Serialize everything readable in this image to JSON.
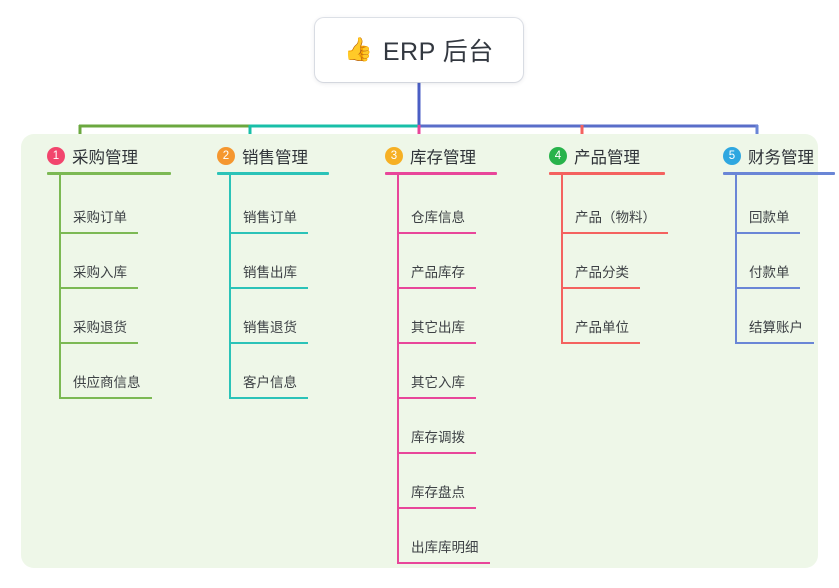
{
  "title": {
    "icon": "thumbs-up-icon",
    "icon_glyph": "👍",
    "text": "ERP 后台"
  },
  "panel": {
    "background_color": "#eef7e8"
  },
  "colors": {
    "center_stem": "#4a5ec4",
    "bus_left": "#5aa843",
    "bus_mid": "#18bfa8",
    "bus_right": "#5a6ec9"
  },
  "columns": [
    {
      "number": "1",
      "title": "采购管理",
      "badge_color": "#f2456d",
      "line_color": "#7cb954",
      "drop_color": "#7cb954",
      "items": [
        "采购订单",
        "采购入库",
        "采购退货",
        "供应商信息"
      ]
    },
    {
      "number": "2",
      "title": "销售管理",
      "badge_color": "#f5972f",
      "line_color": "#2bc3b8",
      "drop_color": "#2bc3b8",
      "items": [
        "销售订单",
        "销售出库",
        "销售退货",
        "客户信息"
      ]
    },
    {
      "number": "3",
      "title": "库存管理",
      "badge_color": "#f6b024",
      "line_color": "#e8469a",
      "drop_color": "#e8469a",
      "items": [
        "仓库信息",
        "产品库存",
        "其它出库",
        "其它入库",
        "库存调拨",
        "库存盘点",
        "出库库明细"
      ]
    },
    {
      "number": "4",
      "title": "产品管理",
      "badge_color": "#28b34b",
      "line_color": "#f4625f",
      "drop_color": "#f4625f",
      "items": [
        "产品（物料）",
        "产品分类",
        "产品单位"
      ]
    },
    {
      "number": "5",
      "title": "财务管理",
      "badge_color": "#2ea7e0",
      "line_color": "#6a86d6",
      "drop_color": "#6a86d6",
      "items": [
        "回款单",
        "付款单",
        "结算账户"
      ]
    }
  ]
}
